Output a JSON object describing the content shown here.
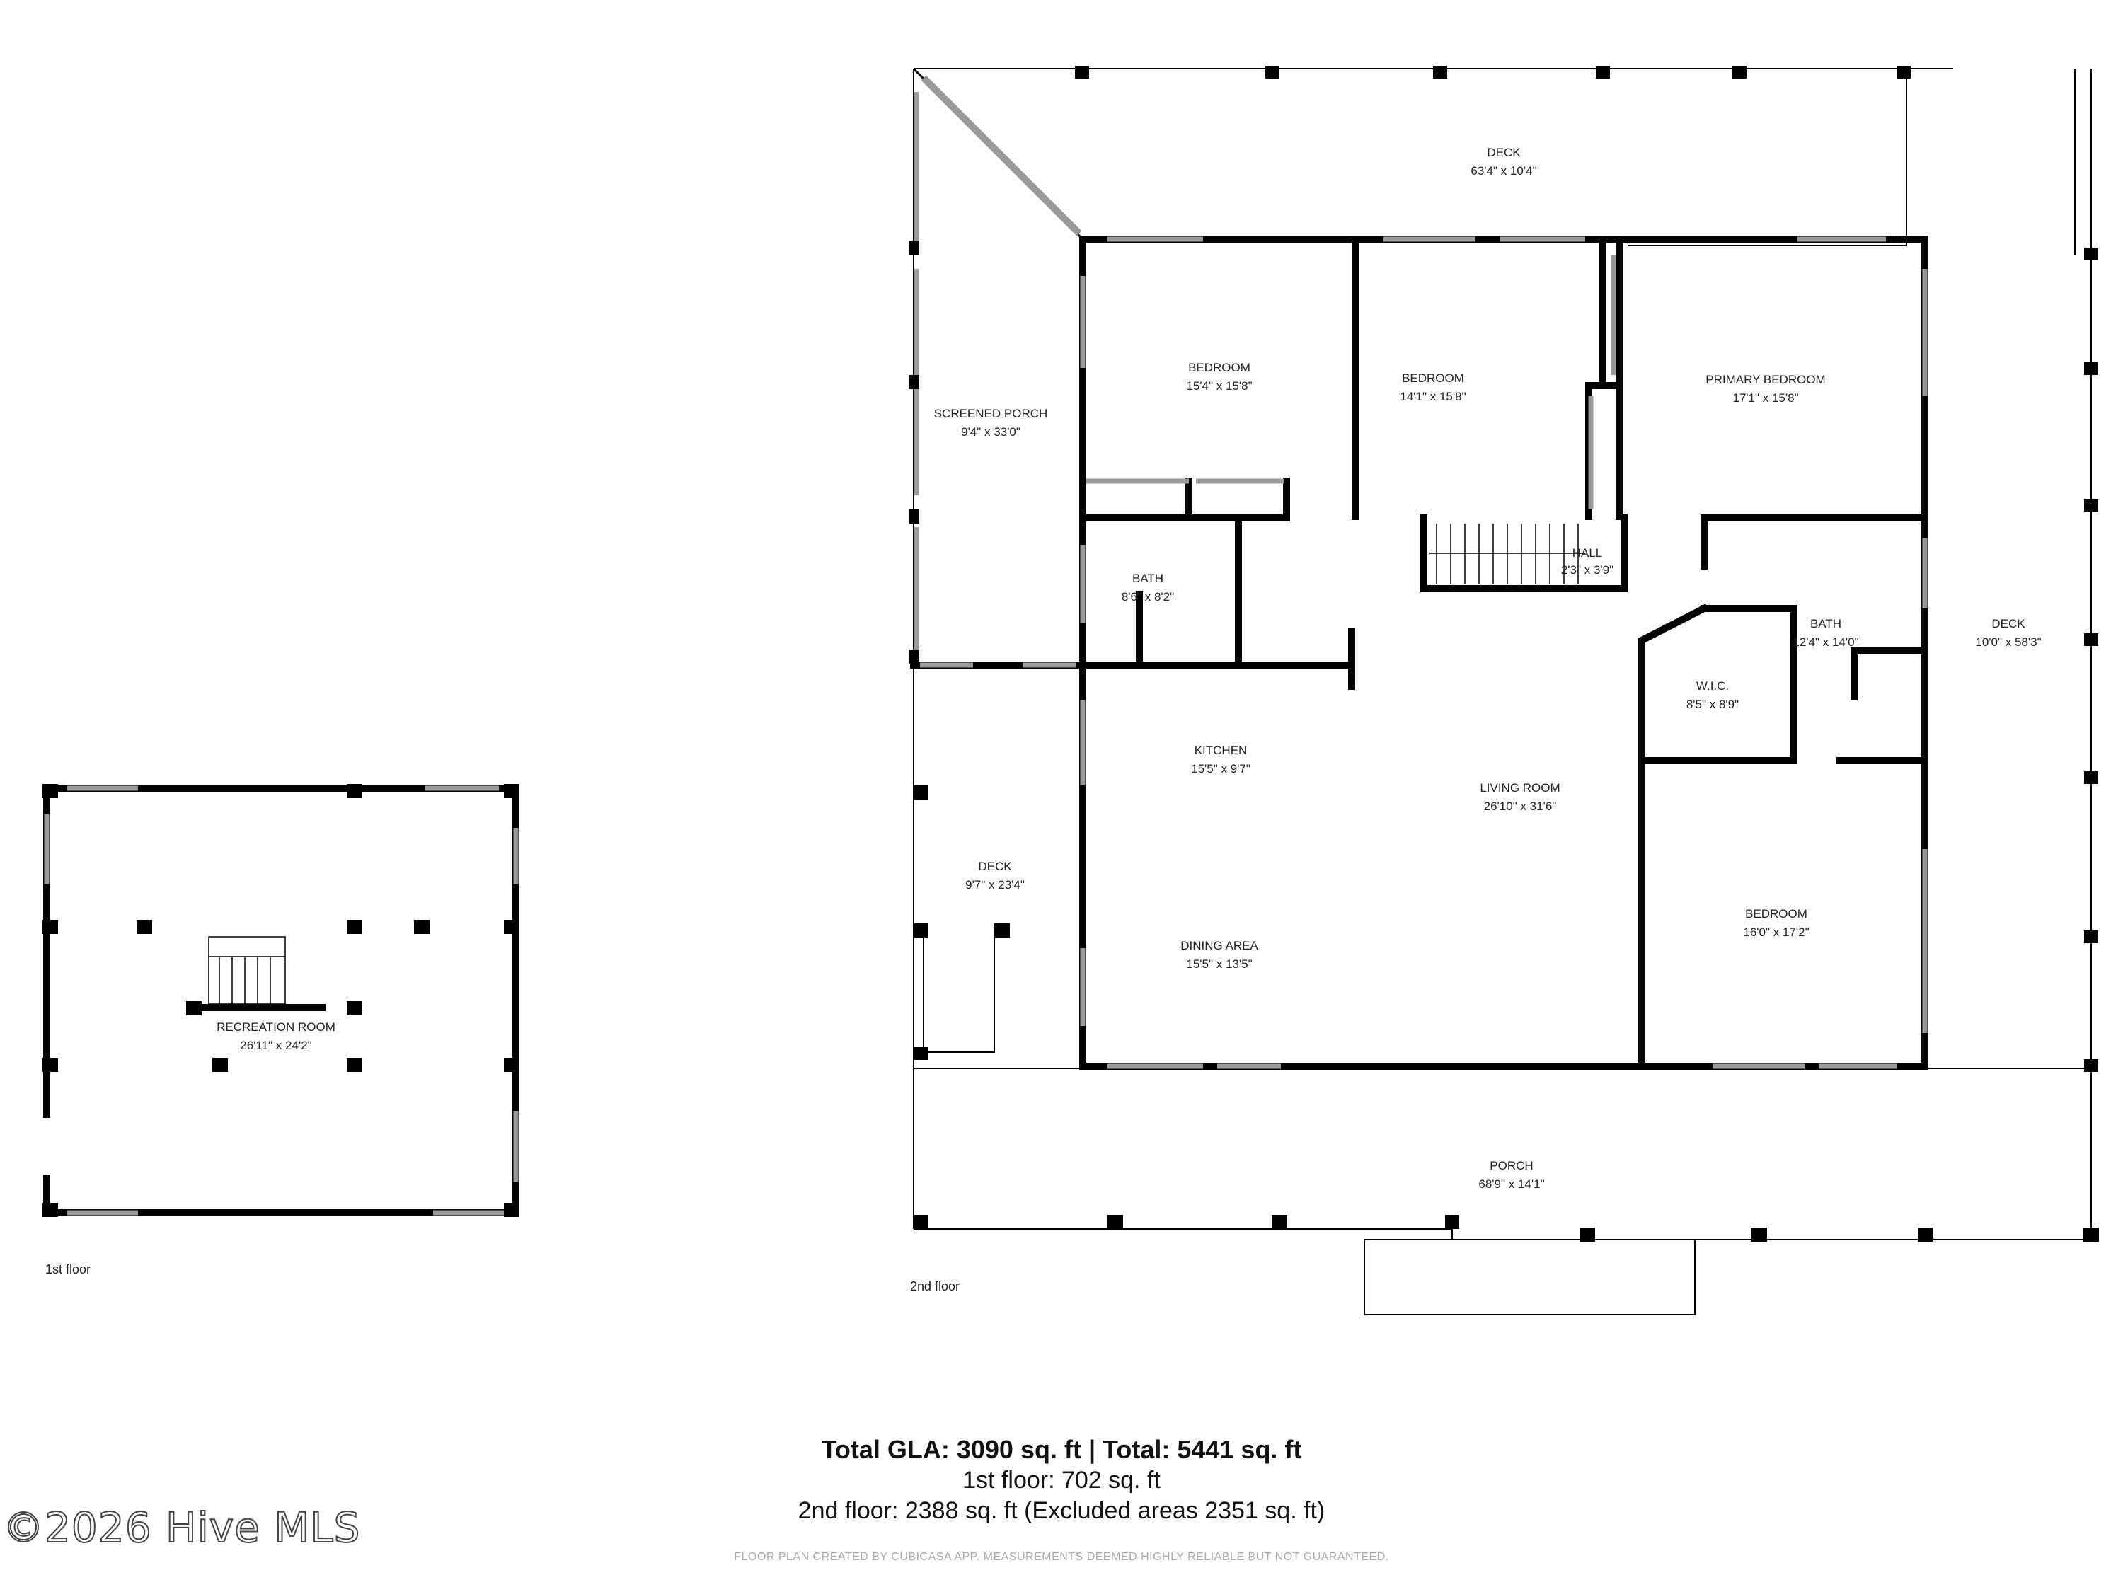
{
  "colors": {
    "wall": "#000000",
    "window": "#9a9a9a",
    "background": "#ffffff"
  },
  "rooms": {
    "deck_top": {
      "name": "DECK",
      "dims": "63'4\" x 10'4\""
    },
    "screened": {
      "name": "SCREENED PORCH",
      "dims": "9'4\" x 33'0\""
    },
    "bed1": {
      "name": "BEDROOM",
      "dims": "15'4\" x 15'8\""
    },
    "bed2": {
      "name": "BEDROOM",
      "dims": "14'1\" x 15'8\""
    },
    "primary": {
      "name": "PRIMARY BEDROOM",
      "dims": "17'1\" x 15'8\""
    },
    "bath1": {
      "name": "BATH",
      "dims": "8'6\" x 8'2\""
    },
    "hall": {
      "name": "HALL",
      "dims": "2'3\" x 3'9\""
    },
    "bath2": {
      "name": "BATH",
      "dims": "12'4\" x 14'0\""
    },
    "wic": {
      "name": "W.I.C.",
      "dims": "8'5\" x 8'9\""
    },
    "deck_right": {
      "name": "DECK",
      "dims": "10'0\" x 58'3\""
    },
    "kitchen": {
      "name": "KITCHEN",
      "dims": "15'5\" x 9'7\""
    },
    "living": {
      "name": "LIVING ROOM",
      "dims": "26'10\" x 31'6\""
    },
    "deck_left": {
      "name": "DECK",
      "dims": "9'7\" x 23'4\""
    },
    "dining": {
      "name": "DINING AREA",
      "dims": "15'5\" x 13'5\""
    },
    "bed3": {
      "name": "BEDROOM",
      "dims": "16'0\" x 17'2\""
    },
    "porch": {
      "name": "PORCH",
      "dims": "68'9\" x 14'1\""
    },
    "recreation": {
      "name": "RECREATION ROOM",
      "dims": "26'11\" x 24'2\""
    }
  },
  "floors": {
    "first": "1st floor",
    "second": "2nd floor"
  },
  "summary": {
    "total": "Total GLA: 3090 sq. ft | Total: 5441 sq. ft",
    "first_floor": "1st floor: 702 sq. ft",
    "second_floor": "2nd floor: 2388 sq. ft (Excluded areas 2351 sq. ft)"
  },
  "disclaimer": "FLOOR PLAN CREATED BY CUBICASA APP. MEASUREMENTS DEEMED HIGHLY RELIABLE BUT NOT GUARANTEED.",
  "watermark": "©2026 Hive MLS"
}
